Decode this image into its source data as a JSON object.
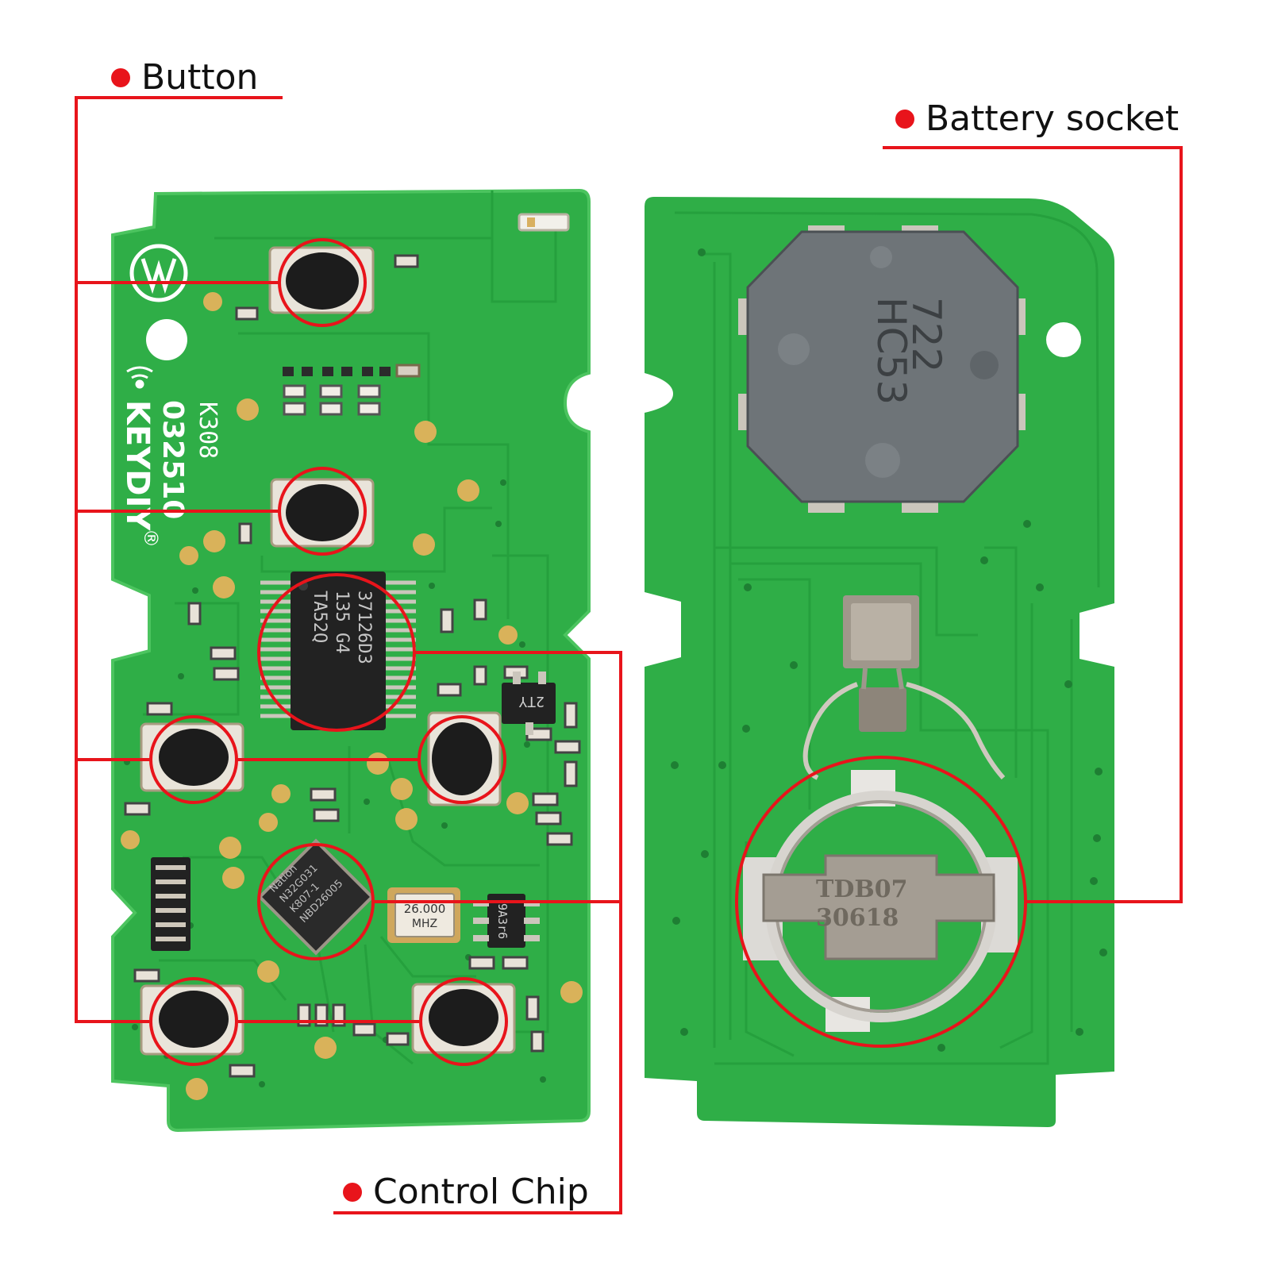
{
  "colors": {
    "accent": "#e8141b",
    "pcb_green": "#2fae47",
    "pcb_light": "#49c05a",
    "trace": "#259c3c",
    "pad_gold": "#d9b25a",
    "button_black": "#1c1c1c",
    "chip_black": "#222222",
    "metal": "#c9c4bd",
    "label_text": "#111111"
  },
  "callouts": {
    "button": {
      "label": "Button"
    },
    "battery": {
      "label": "Battery socket"
    },
    "chip": {
      "label": "Control Chip"
    }
  },
  "board_left": {
    "silkscreen": {
      "model": "K308",
      "code": "032510",
      "brand": "KEYDIY",
      "registered": "®"
    },
    "chip_main": {
      "lines": [
        "37126D3",
        "135 G4",
        "TA52Q"
      ]
    },
    "chip_mcu": {
      "lines": [
        "Nation",
        "N32G031",
        "K807-1",
        "NBD26005"
      ]
    },
    "crystal": {
      "lines": [
        "26.000",
        "MHZ"
      ]
    },
    "transistor": {
      "text": "2TY"
    },
    "ic_small": {
      "text": "9A3r6"
    }
  },
  "board_right": {
    "buzzer": {
      "lines": [
        "722",
        "HC53"
      ]
    },
    "battery_contact": {
      "lines": [
        "TDB07",
        "30618"
      ]
    }
  }
}
